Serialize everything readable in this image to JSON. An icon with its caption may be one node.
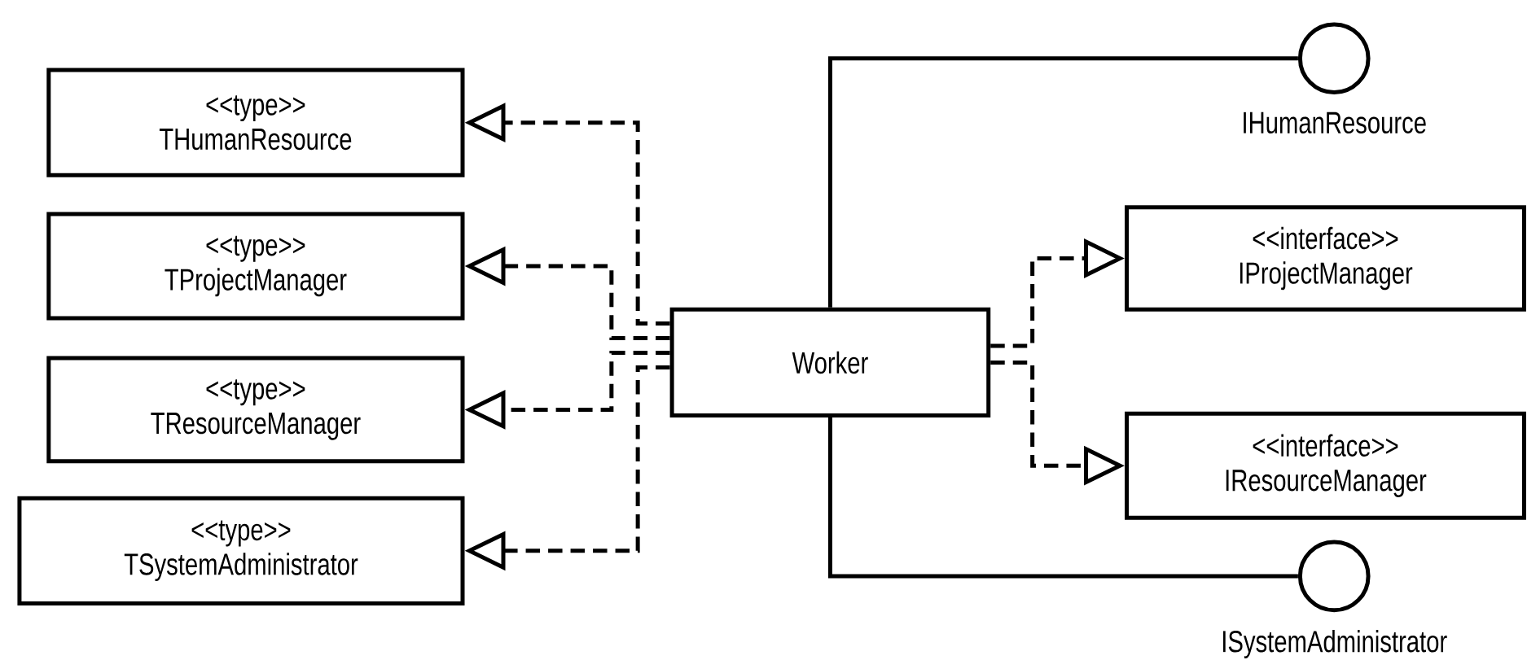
{
  "diagram": {
    "nodes": [
      {
        "text": [
          "<<type>>",
          "THumanResource"
        ]
      },
      {
        "text": [
          "<<type>>",
          "TProjectManager"
        ]
      },
      {
        "text": [
          "<<type>>",
          "TResourceManager"
        ]
      },
      {
        "text": [
          "<<type>>",
          "TSystemAdministrator"
        ]
      },
      {
        "text": [
          "Worker"
        ]
      },
      {
        "text": [
          "IHumanResource"
        ]
      },
      {
        "text": [
          "<<interface>>",
          "IProjectManager"
        ]
      },
      {
        "text": [
          "<<interface>>",
          "IResourceManager"
        ]
      },
      {
        "text": [
          "ISystemAdministrator"
        ]
      }
    ],
    "edges": [
      {
        "from": 4,
        "to": 0,
        "arrow": "to",
        "style": "dashed"
      },
      {
        "from": 4,
        "to": 1,
        "arrow": "to",
        "style": "dashed"
      },
      {
        "from": 4,
        "to": 2,
        "arrow": "to",
        "style": "dashed"
      },
      {
        "from": 4,
        "to": 3,
        "arrow": "to",
        "style": "dashed"
      },
      {
        "from": 4,
        "to": 6,
        "arrow": "to",
        "style": "dashed"
      },
      {
        "from": 4,
        "to": 7,
        "arrow": "to",
        "style": "dashed"
      },
      {
        "from": 4,
        "to": 5,
        "arrow": "none"
      },
      {
        "from": 4,
        "to": 8,
        "arrow": "none"
      }
    ]
  }
}
